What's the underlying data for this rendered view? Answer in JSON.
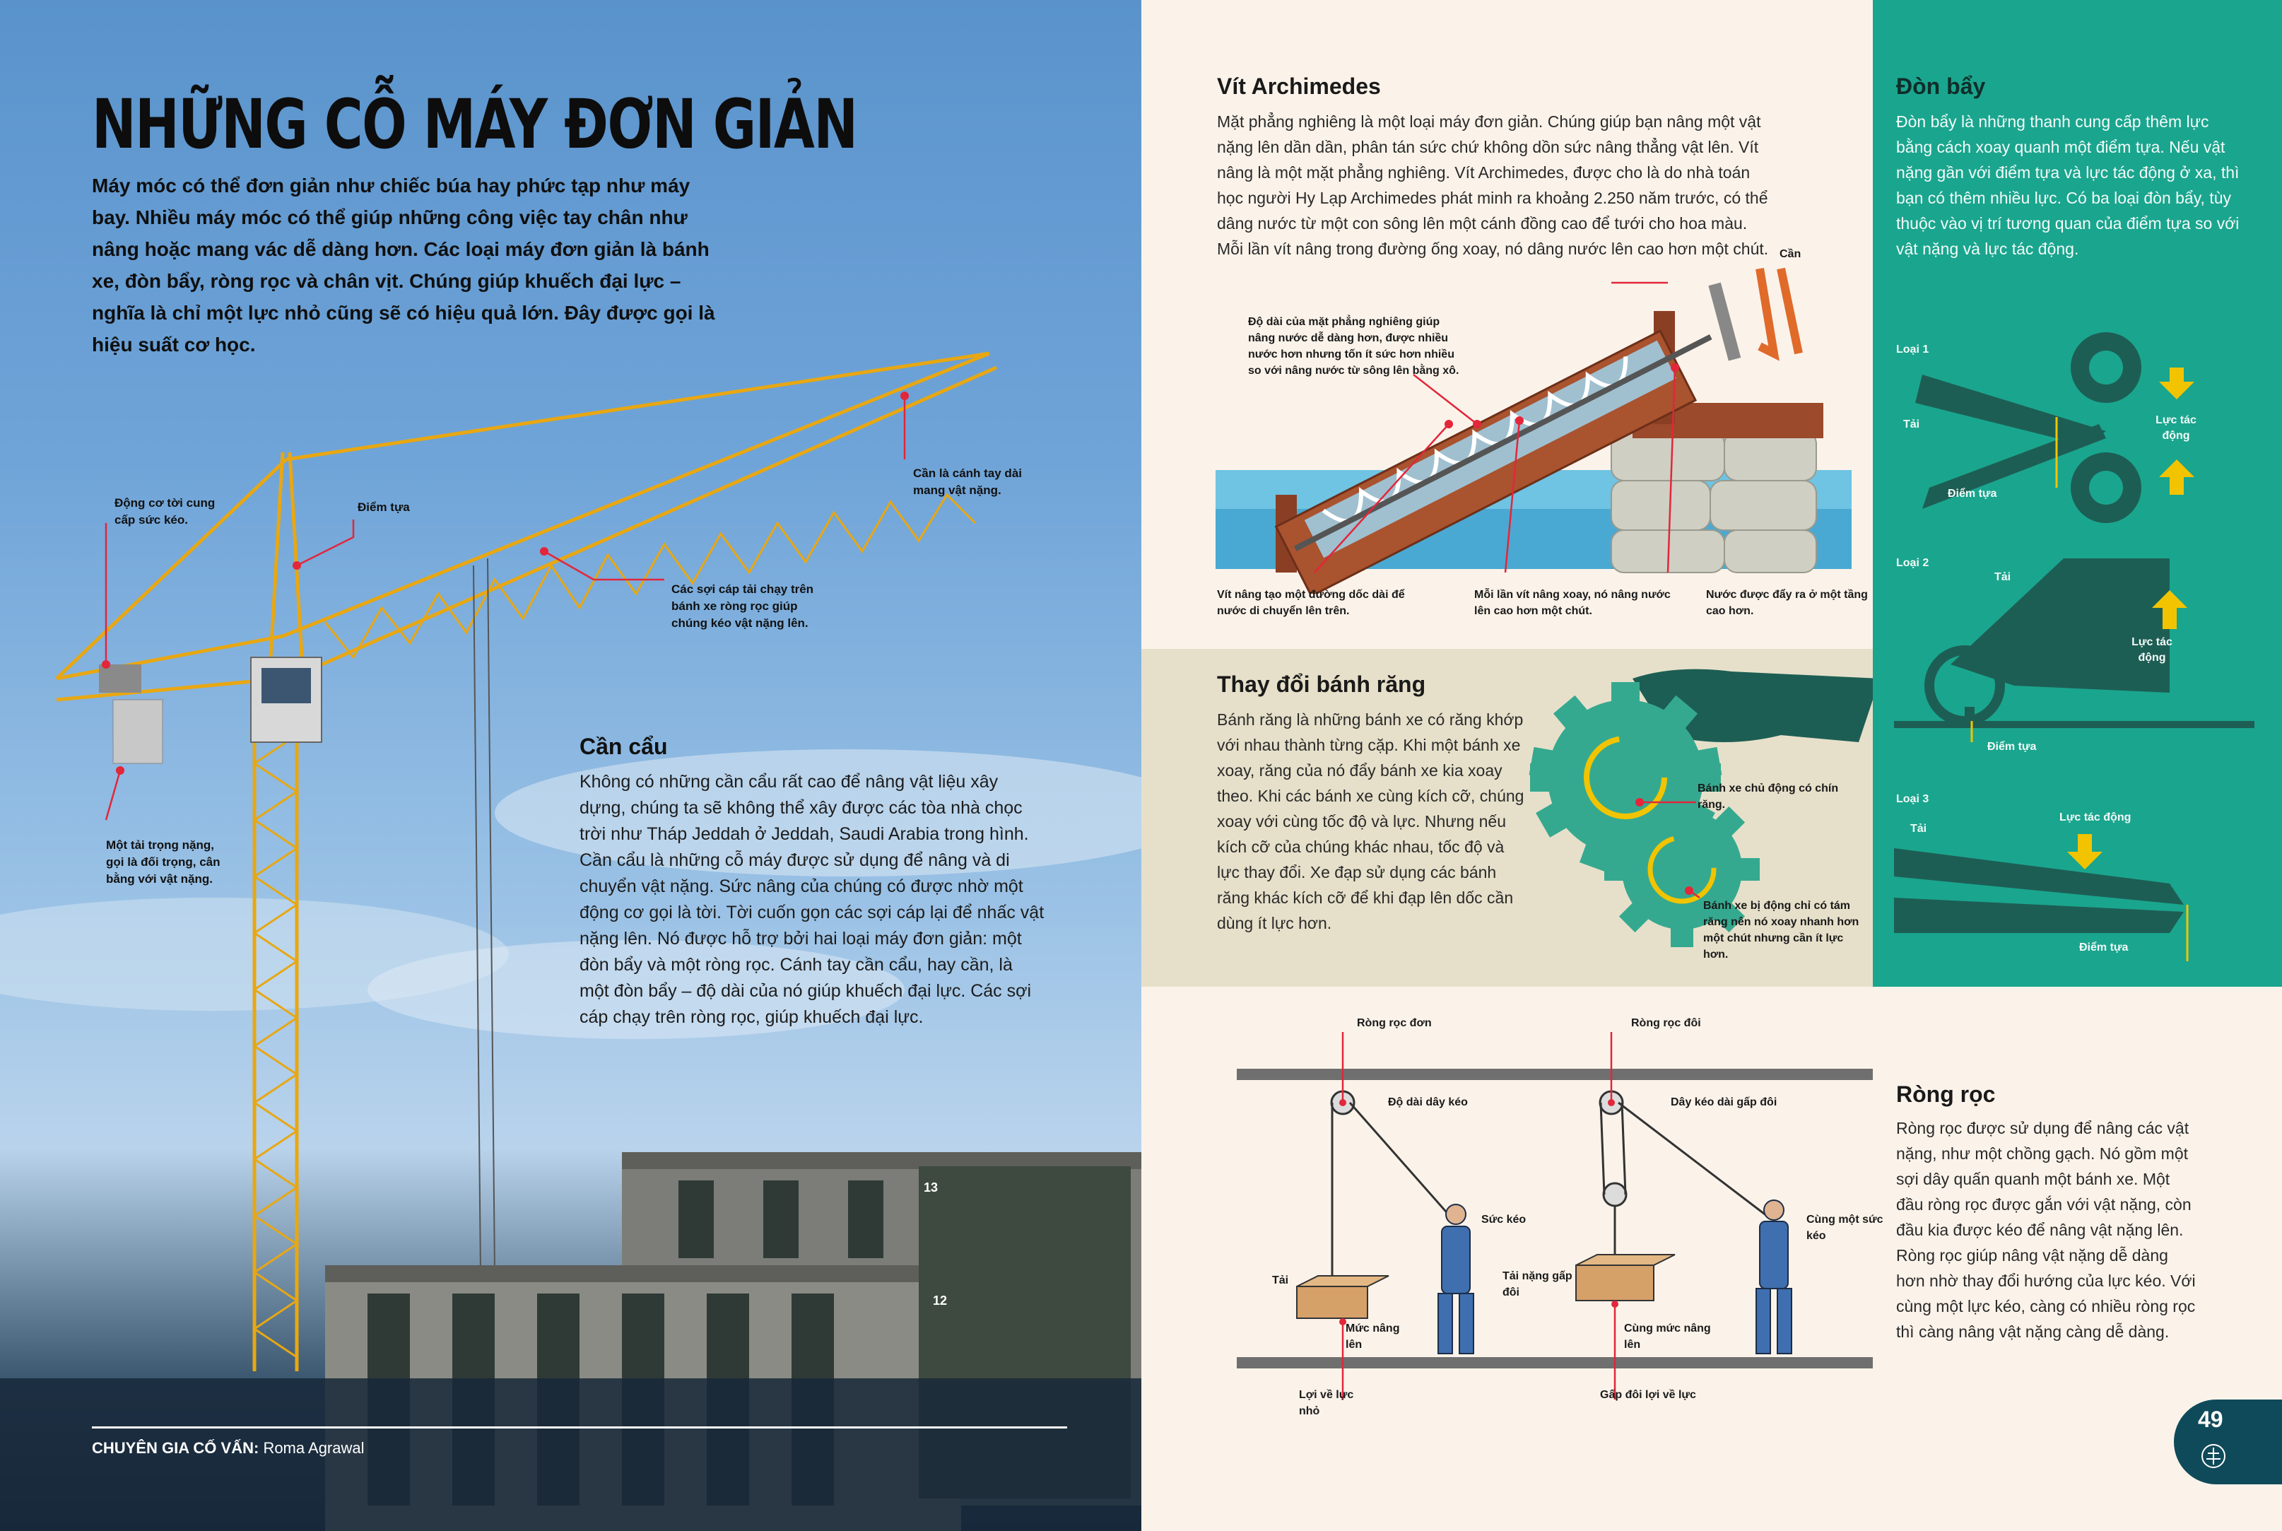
{
  "left": {
    "title": "NHỮNG CỖ MÁY ĐƠN GIẢN",
    "intro": "Máy móc có thể đơn giản như chiếc búa hay phức tạp như máy bay. Nhiều máy móc có thể giúp những công việc tay chân như nâng hoặc mang vác dễ dàng hơn. Các loại máy đơn giản là bánh xe, đòn bẩy, ròng rọc và chân vịt. Chúng giúp khuếch đại lực – nghĩa là chỉ một lực nhỏ cũng sẽ có hiệu quả lớn. Đây được gọi là hiệu suất cơ học.",
    "crane_heading": "Cần cẩu",
    "crane_text": "Không có những cần cẩu rất cao để nâng vật liệu xây dựng, chúng ta sẽ không thể xây được các tòa nhà chọc trời như Tháp Jeddah ở Jeddah, Saudi Arabia trong hình. Cần cẩu là những cỗ máy được sử dụng để nâng và di chuyển vật nặng. Sức nâng của chúng có được nhờ một động cơ gọi là tời. Tời cuốn gọn các sợi cáp lại để nhấc vật nặng lên. Nó được hỗ trợ bởi hai loại máy đơn giản: một đòn bẩy và một ròng rọc. Cánh tay cần cẩu, hay cần, là một đòn bẩy – độ dài của nó giúp khuếch đại lực. Các sợi cáp chạy trên ròng rọc, giúp khuếch đại lực.",
    "labels": {
      "motor": "Động cơ tời cung cấp sức kéo.",
      "fulcrum": "Điểm tựa",
      "boom": "Cần là cánh tay dài mang vật nặng.",
      "cables": "Các sợi cáp tải chạy trên bánh xe ròng rọc giúp chúng kéo vật nặng lên.",
      "counterweight": "Một tải trọng nặng, gọi là đối trọng, cân bằng với vật nặng."
    },
    "credit_label": "CHUYÊN GIA CỐ VẤN:",
    "credit_name": "Roma Agrawal",
    "building_numbers": [
      "13",
      "12"
    ]
  },
  "archimedes": {
    "heading": "Vít Archimedes",
    "text": "Mặt phẳng nghiêng là một loại máy đơn giản. Chúng giúp bạn nâng một vật nặng lên dần dần, phân tán sức chứ không dồn sức nâng thẳng vật lên. Vít nâng là một mặt phẳng nghiêng. Vít Archimedes, được cho là do nhà toán học người Hy Lạp Archimedes phát minh ra khoảng 2.250 năm trước, có thể dâng nước từ một con sông lên một cánh đồng cao để tưới cho hoa màu. Mỗi lần vít nâng trong đường ống xoay, nó dâng nước lên cao hơn một chút.",
    "label_handle": "Cần",
    "label_length": "Độ dài của mặt phẳng nghiêng giúp nâng nước dễ dàng hơn, được nhiều nước hơn nhưng tốn ít sức hơn nhiều so với nâng nước từ sông lên bằng xô.",
    "label_path": "Vít nâng tạo một đường dốc dài để nước di chuyển lên trên.",
    "label_turn": "Mỗi lần vít nâng xoay, nó nâng nước lên cao hơn một chút.",
    "label_out": "Nước được đẩy ra ở một tầng cao hơn."
  },
  "gears": {
    "heading": "Thay đổi bánh răng",
    "text": "Bánh răng là những bánh xe có răng khớp với nhau thành từng cặp. Khi một bánh xe xoay, răng của nó đẩy bánh xe kia xoay theo. Khi các bánh xe cùng kích cỡ, chúng xoay với cùng tốc độ và lực. Nhưng nếu kích cỡ của chúng khác nhau, tốc độ và lực thay đổi. Xe đạp sử dụng các bánh răng khác kích cỡ để khi đạp lên dốc cần dùng ít lực hơn.",
    "label_driver": "Bánh xe chủ động có chín răng.",
    "label_driven": "Bánh xe bị động chỉ có tám răng nên nó xoay nhanh hơn một chút nhưng cần ít lực hơn."
  },
  "lever": {
    "heading": "Đòn bẩy",
    "text": "Đòn bẩy là những thanh cung cấp thêm lực bằng cách xoay quanh một điểm tựa. Nếu vật nặng gần với điểm tựa và lực tác động ở xa, thì bạn có thêm nhiều lực. Có ba loại đòn bẩy, tùy thuộc vào vị trí tương quan của điểm tựa so với vật nặng và lực tác động.",
    "type1": "Loại 1",
    "type2": "Loại 2",
    "type3": "Loại 3",
    "load": "Tải",
    "fulcrum": "Điểm tựa",
    "force": "Lực tác động"
  },
  "pulley": {
    "heading": "Ròng rọc",
    "text": "Ròng rọc được sử dụng để nâng các vật nặng, như một chồng gạch. Nó gồm một sợi dây quấn quanh một bánh xe. Một đầu ròng rọc được gắn với vật nặng, còn đầu kia được kéo để nâng vật nặng lên. Ròng rọc giúp nâng vật nặng dễ dàng hơn nhờ thay đổi hướng của lực kéo. Với cùng một lực kéo, càng có nhiều ròng rọc thì càng nâng vật nặng càng dễ dàng.",
    "single": "Ròng rọc đơn",
    "double": "Ròng rọc đôi",
    "rope_len": "Độ dài dây kéo",
    "rope_double": "Dây kéo dài gấp đôi",
    "pull": "Sức kéo",
    "same_pull": "Cùng một sức kéo",
    "load": "Tải",
    "double_load": "Tải nặng gấp đôi",
    "lift": "Mức nâng lên",
    "same_lift": "Cùng mức nâng lên",
    "adv_small": "Lợi về lực nhỏ",
    "adv_double": "Gấp đôi lợi về lực"
  },
  "page_number": "49",
  "colors": {
    "green_panel": "#1aa58e",
    "teal_dark": "#1d5e54",
    "accent_red": "#e3263a",
    "yellow": "#f2c400",
    "cream": "#fbf3ea"
  }
}
